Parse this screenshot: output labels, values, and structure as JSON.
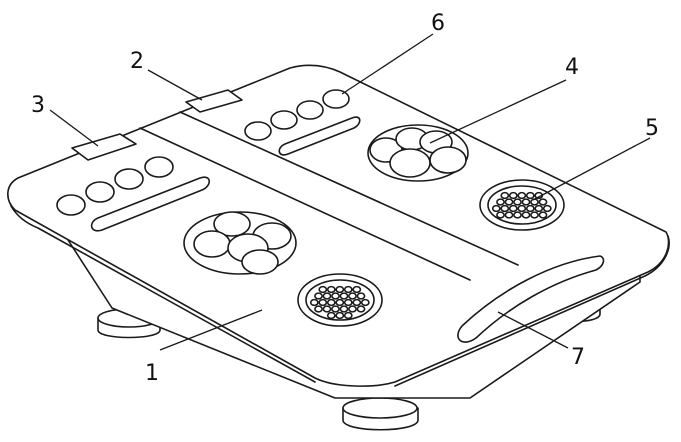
{
  "diagram": {
    "callouts": [
      "1",
      "2",
      "3",
      "4",
      "5",
      "6",
      "7"
    ]
  },
  "colors": {
    "ink": "#1a1a1a",
    "paper": "#ffffff"
  }
}
